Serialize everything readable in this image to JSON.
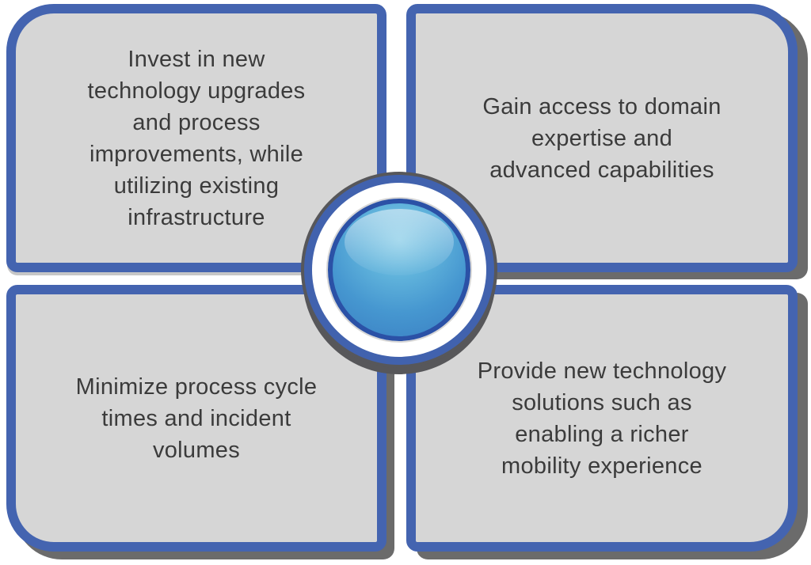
{
  "diagram": {
    "title": "four-quadrant benefits diagram",
    "quadrants": [
      {
        "position": "top-left",
        "text": "Invest in new\ntechnology upgrades\nand process\nimprovements, while\nutilizing existing\ninfrastructure"
      },
      {
        "position": "top-right",
        "text": "Gain access to domain\nexpertise and\nadvanced capabilities"
      },
      {
        "position": "bottom-left",
        "text": "Minimize process cycle\ntimes and incident\nvolumes"
      },
      {
        "position": "bottom-right",
        "text": "Provide new technology\nsolutions such as\nenabling a richer\nmobility experience"
      }
    ],
    "center_icon": "glossy-blue-sphere",
    "colors": {
      "background": "#ffffff",
      "border_blue": "#4464b0",
      "panel_fill": "#d6d6d6",
      "shadow_gray": "#6b6b6b",
      "text": "#3b3b3b",
      "hub_ring": "#4162ae",
      "ring_outline": "#57575a",
      "sphere_border": "#2b51a6",
      "sphere_light": "#85cbe7",
      "sphere_dark": "#3a7ec2"
    }
  }
}
